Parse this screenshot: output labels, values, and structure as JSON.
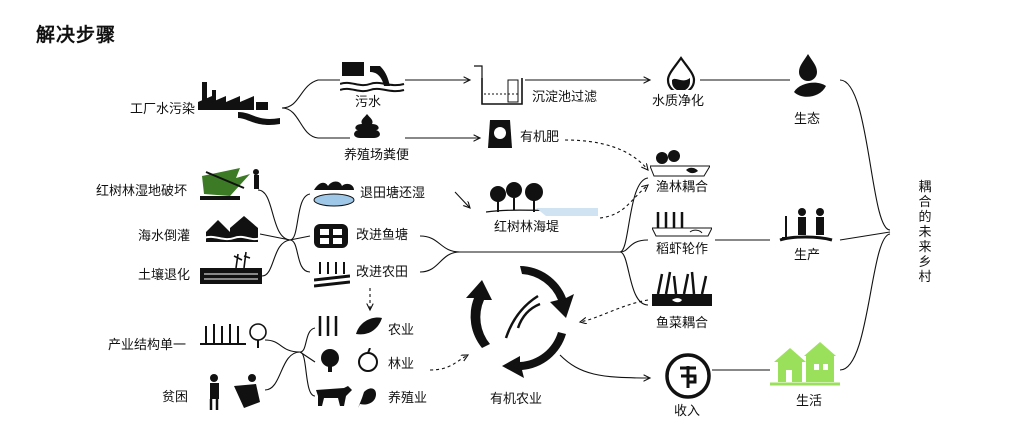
{
  "title": "解决步骤",
  "problems": {
    "industrial_pollution": "工厂水污染",
    "mangrove_destruction": "红树林湿地破坏",
    "seawater_intrusion": "海水倒灌",
    "soil_degradation": "土壤退化",
    "single_industry": "产业结构单一",
    "poverty": "贫困"
  },
  "sources": {
    "sewage": "污水",
    "manure": "养殖场粪便"
  },
  "measures": {
    "sedimentation": "沉淀池过滤",
    "water_purification": "水质净化",
    "organic_fertilizer": "有机肥",
    "return_wetland": "退田塘还湿",
    "improve_pond": "改进鱼塘",
    "improve_farmland": "改进农田",
    "mangrove_dike": "红树林海堤"
  },
  "modes": {
    "fish_forest": "渔林耦合",
    "rice_shrimp": "稻虾轮作",
    "fish_vegetable": "鱼菜耦合"
  },
  "industries": {
    "agriculture": "农业",
    "forestry": "林业",
    "husbandry": "养殖业",
    "organic_agriculture": "有机农业"
  },
  "outcomes": {
    "ecology": "生态",
    "production": "生产",
    "income": "收入",
    "living": "生活",
    "future_village": "耦合的未来乡村"
  },
  "colors": {
    "accent_green": "#9be05a",
    "ink": "#111111"
  }
}
